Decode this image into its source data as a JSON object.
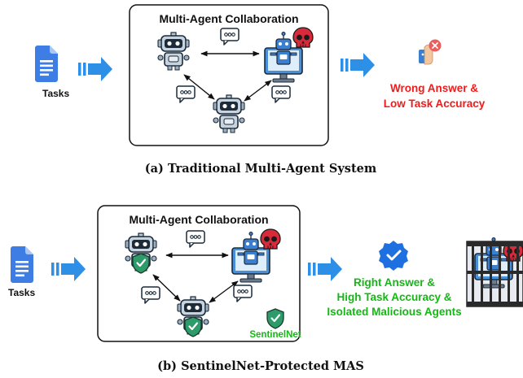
{
  "panel_a": {
    "box_title": "Multi-Agent Collaboration",
    "tasks_label": "Tasks",
    "outcome": [
      "Wrong Answer &",
      "Low Task Accuracy"
    ],
    "caption": "(a) Traditional Multi-Agent System"
  },
  "panel_b": {
    "box_title": "Multi-Agent Collaboration",
    "tasks_label": "Tasks",
    "sentinel_label": "SentinelNet",
    "outcome": [
      "Right Answer &",
      "High Task Accuracy &",
      "Isolated Malicious Agents"
    ],
    "caption": "(b) SentinelNet-Protected MAS"
  },
  "colors": {
    "outcome_bad": "#ee1c1c",
    "outcome_good": "#14b814",
    "arrow_blue": "#2d8fe6",
    "shield_green": "#2e9b6a",
    "badge_blue": "#1e6fe0",
    "skull_red": "#d82a3a"
  },
  "icons": [
    "document-icon",
    "robot-icon",
    "monitor-robot-icon",
    "skull-icon",
    "chat-bubble-icon",
    "shield-icon",
    "verified-badge-icon",
    "error-hand-icon",
    "jail-icon"
  ]
}
